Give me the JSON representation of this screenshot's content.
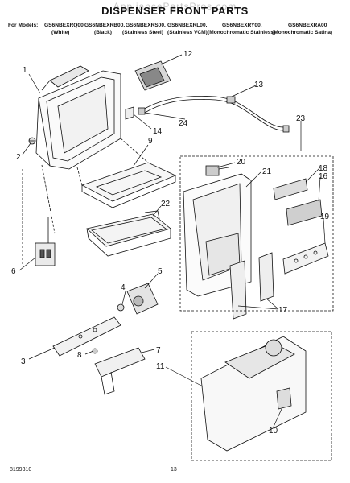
{
  "watermark": "AppliancePartsPros.com",
  "title": "DISPENSER FRONT PARTS",
  "models_label": "For Models:",
  "models": [
    {
      "model": "GS6NBEXRQ00,",
      "finish": "(White)"
    },
    {
      "model": "GS6NBEXRB00,",
      "finish": "(Black)"
    },
    {
      "model": "GS6NBEXRS00,",
      "finish": "(Stainless Steel)"
    },
    {
      "model": "GS6NBEXRL00,",
      "finish": "(Stainless VCM)"
    },
    {
      "model": "GS6NBEXRY00,",
      "finish": "(Monochromatic Stainless)"
    },
    {
      "model": "GS6NBEXRA00",
      "finish": "(Monochromatic Satina)"
    }
  ],
  "callouts": [
    "1",
    "2",
    "3",
    "4",
    "5",
    "6",
    "7",
    "8",
    "9",
    "10",
    "11",
    "12",
    "13",
    "14",
    "16",
    "17",
    "18",
    "19",
    "20",
    "21",
    "22",
    "23",
    "24"
  ],
  "footer": {
    "doc_number": "8199310",
    "page_number": "13"
  }
}
